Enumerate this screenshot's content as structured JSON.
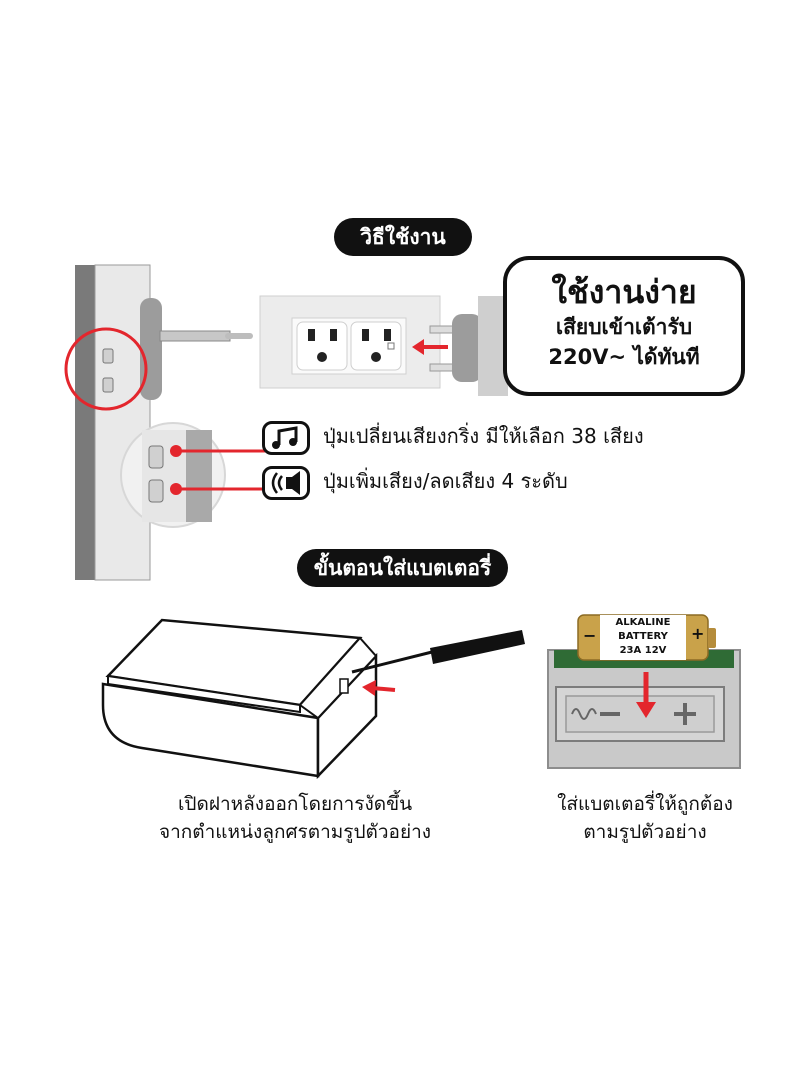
{
  "usage_section": {
    "title": "วิธีใช้งาน",
    "easy_box": {
      "headline": "ใช้งานง่าย",
      "line1": "เสียบเข้าเต้ารับ",
      "line2": "220V~ ได้ทันที"
    },
    "features": [
      {
        "icon": "music-note-icon",
        "text": "ปุ่มเปลี่ยนเสียงกริ่ง มีให้เลือก 38 เสียง"
      },
      {
        "icon": "speaker-icon",
        "text": "ปุ่มเพิ่มเสียง/ลดเสียง 4 ระดับ"
      }
    ]
  },
  "battery_section": {
    "title": "ขั้นตอนใส่แบตเตอรี่",
    "battery_label": {
      "line1": "ALKALINE",
      "line2": "BATTERY",
      "line3": "23A 12V",
      "minus": "−",
      "plus": "+"
    },
    "caption_left": {
      "line1": "เปิดฝาหลังออกโดยการงัดขึ้น",
      "line2": "จากตำแหน่งลูกศรตามรูปตัวอย่าง"
    },
    "caption_right": {
      "line1": "ใส่แบตเตอรี่ให้ถูกต้อง",
      "line2": "ตามรูปตัวอย่าง"
    }
  },
  "colors": {
    "accent_red": "#e3262d",
    "dark": "#111111",
    "device_gray": "#b9b9b9",
    "battery_gold": "#c9a24a",
    "pcb_green": "#2f6b35"
  }
}
